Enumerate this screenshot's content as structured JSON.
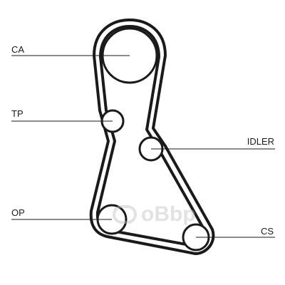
{
  "labels": {
    "ca": "CA",
    "tp": "TP",
    "idler": "IDLER",
    "op": "OP",
    "cs": "CS"
  },
  "watermark": {
    "text": "oBbp"
  },
  "colors": {
    "belt": "#1a1a1a",
    "line": "#1a1a1a",
    "background": "#ffffff"
  }
}
